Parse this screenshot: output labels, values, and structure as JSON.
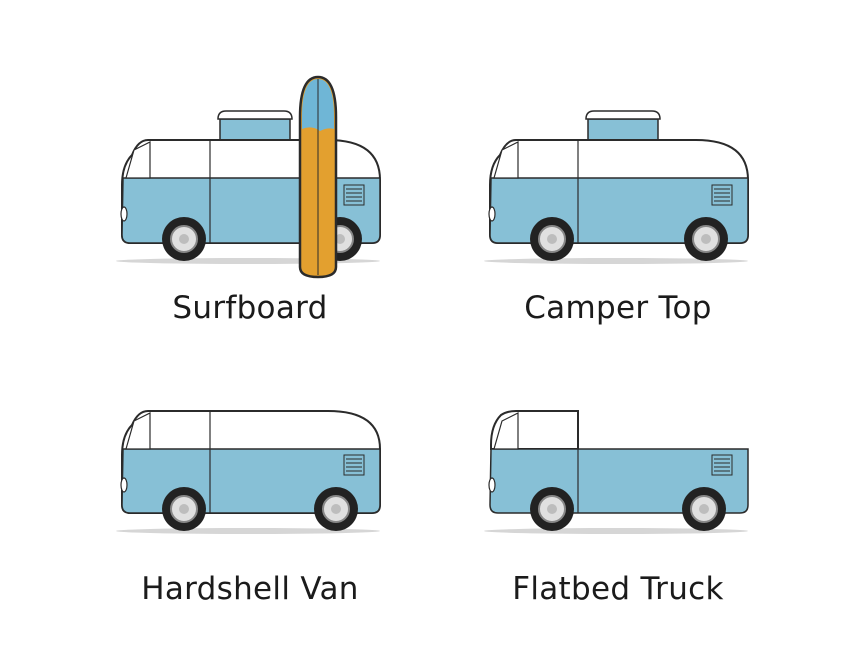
{
  "colors": {
    "body_blue": "#87c0d6",
    "roof_white": "#ffffff",
    "outline": "#2b2b2b",
    "shadow": "#d6d6d6",
    "surfboard_orange": "#e3a02f",
    "surfboard_blue": "#6fb6d6"
  },
  "options": [
    {
      "label": "Surfboard",
      "variant": "surfboard"
    },
    {
      "label": "Camper Top",
      "variant": "camper"
    },
    {
      "label": "Hardshell Van",
      "variant": "hardshell"
    },
    {
      "label": "Flatbed Truck",
      "variant": "flatbed"
    }
  ]
}
